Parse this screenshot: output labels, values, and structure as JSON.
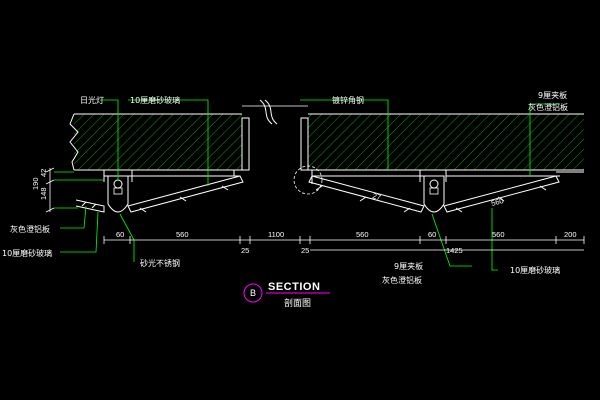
{
  "colors": {
    "background": "#000000",
    "linework": "#ffffff",
    "leaders": "#00ff00",
    "hatch": "#00cc00",
    "section_circle": "#ff00ff"
  },
  "labels": {
    "fluorescent_lamp": "日光灯",
    "glass_top": "10厘磨砂玻璃",
    "steel_angle": "镀锌角钢",
    "plywood_top_right_1": "9厘夹板",
    "plywood_top_right_2": "灰色澄铝板",
    "panel_left": "灰色澄铝板",
    "glass_left": "10厘磨砂玻璃",
    "steel_bottom": "砂光不锈钢",
    "plywood_bottom_1": "9厘夹板",
    "plywood_bottom_2": "灰色澄铝板",
    "glass_bottom_right": "10厘磨砂玻璃"
  },
  "dimensions": {
    "vertical": [
      "190",
      "42",
      "148"
    ],
    "bottom_row": [
      "60",
      "560",
      "25",
      "1100",
      "25",
      "560",
      "60",
      "560",
      "200"
    ],
    "extra": [
      "1425"
    ],
    "slope_1": "27",
    "slope_2": "560"
  },
  "section": {
    "mark": "B",
    "title": "SECTION",
    "subtitle": "剖面图"
  }
}
